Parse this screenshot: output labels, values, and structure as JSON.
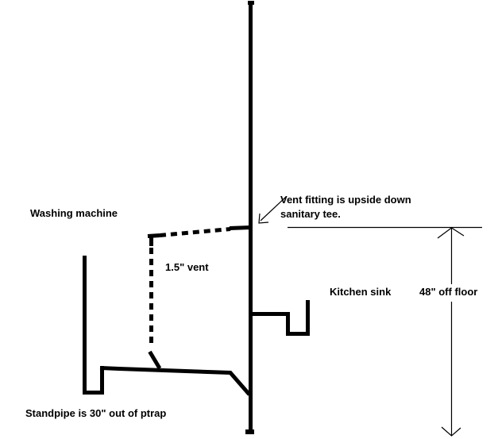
{
  "page": {
    "background_color": "#ffffff",
    "ink_color": "#000000"
  },
  "diagram": {
    "labels": {
      "washing_machine": "Washing machine",
      "vent_fitting_line1": "Vent fitting is upside down",
      "vent_fitting_line2": "sanitary tee.",
      "vent_size": "1.5\" vent",
      "kitchen_sink": "Kitchen sink",
      "off_floor": "48\" off floor",
      "standpipe_note": "Standpipe is 30\" out of ptrap"
    },
    "dimensions": {
      "vent_diameter_inches": 1.5,
      "tee_height_off_floor_inches": 48,
      "standpipe_length_out_of_ptrap_inches": 30
    }
  }
}
